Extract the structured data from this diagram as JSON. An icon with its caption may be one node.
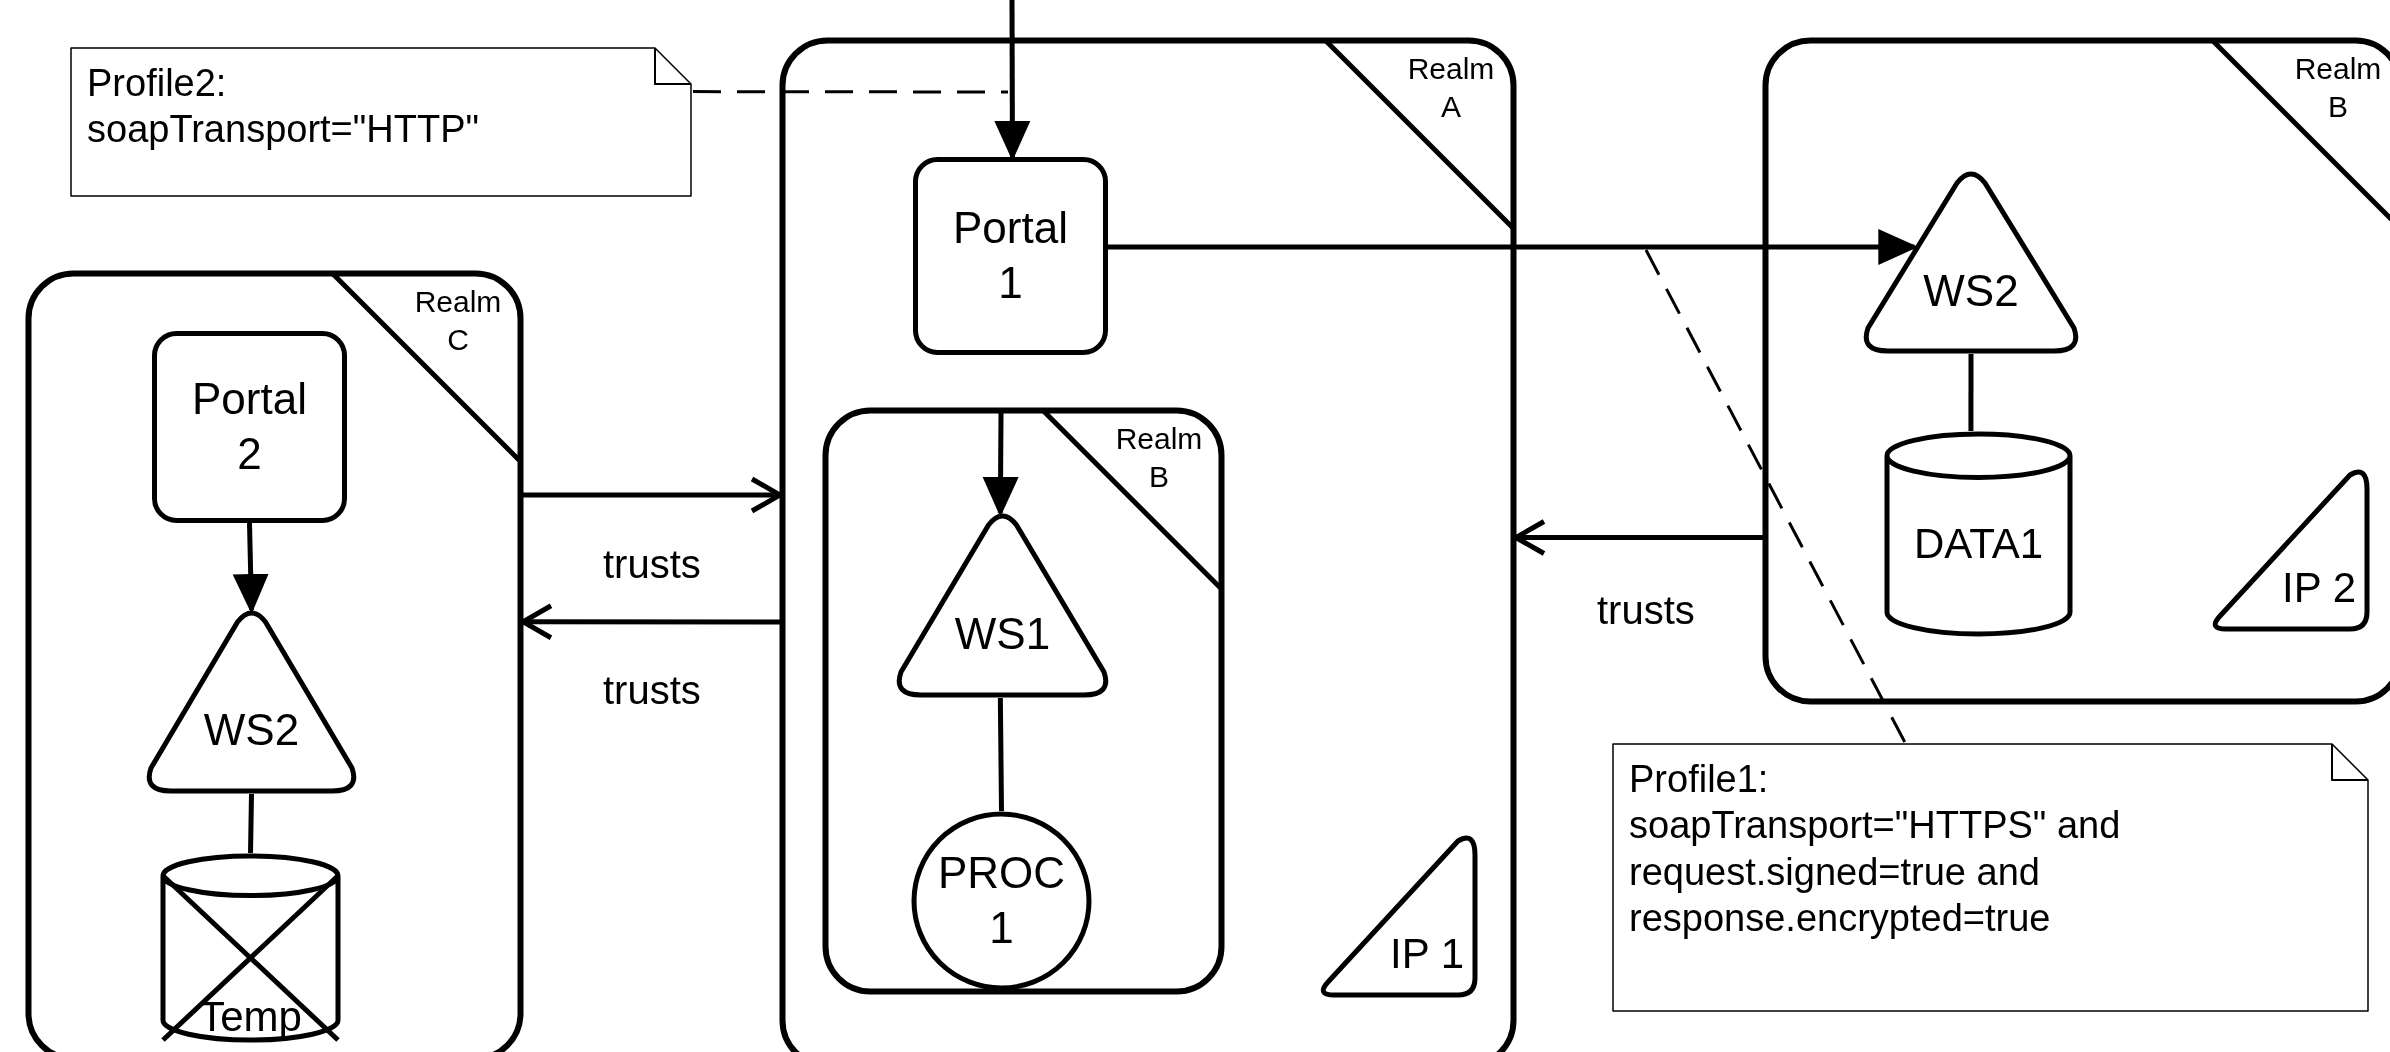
{
  "diagram": {
    "nodes": [
      {
        "text": [
          "Realm C"
        ]
      },
      {
        "text": [
          "Portal 2"
        ],
        "in": 0
      },
      {
        "text": [
          "WS2"
        ],
        "in": 0
      },
      {
        "text": [
          "Temp"
        ],
        "in": 0
      },
      {
        "text": [
          "Realm A"
        ]
      },
      {
        "text": [
          "Portal 1"
        ],
        "in": 4
      },
      {
        "text": [
          "Realm B"
        ],
        "in": 4
      },
      {
        "text": [
          "WS1"
        ],
        "in": 6
      },
      {
        "text": [
          "PROC 1"
        ],
        "in": 6
      },
      {
        "text": [
          "IP 1"
        ],
        "in": 4
      },
      {
        "text": [
          "Realm B"
        ]
      },
      {
        "text": [
          "WS2"
        ],
        "in": 10
      },
      {
        "text": [
          "DATA1"
        ],
        "in": 10
      },
      {
        "text": [
          "IP 2"
        ],
        "in": 10
      },
      {
        "text": [
          "Profile2: soapTransport=\"HTTP\""
        ]
      },
      {
        "text": [
          "Profile1: soapTransport=\"HTTPS\" and request.signed=true and response.encrypted=true"
        ]
      }
    ],
    "edges": [
      {
        "from": null,
        "to": 5,
        "arrow": "to"
      },
      {
        "from": 14,
        "to": null,
        "arrow": "none",
        "style": "dashed"
      },
      {
        "from": 5,
        "to": 11,
        "arrow": "to"
      },
      {
        "from": 15,
        "to": null,
        "arrow": "none",
        "style": "dashed"
      },
      {
        "from": 1,
        "to": 2,
        "arrow": "to"
      },
      {
        "from": 2,
        "to": 3,
        "arrow": "none"
      },
      {
        "from": 6,
        "to": 7,
        "arrow": "to"
      },
      {
        "from": 7,
        "to": 8,
        "arrow": "none"
      },
      {
        "from": 11,
        "to": 12,
        "arrow": "none"
      },
      {
        "from": 0,
        "to": 4,
        "arrow": "to",
        "label": "trusts"
      },
      {
        "from": 4,
        "to": 0,
        "arrow": "to",
        "label": "trusts"
      },
      {
        "from": 10,
        "to": 4,
        "arrow": "to",
        "label": "trusts"
      }
    ]
  }
}
